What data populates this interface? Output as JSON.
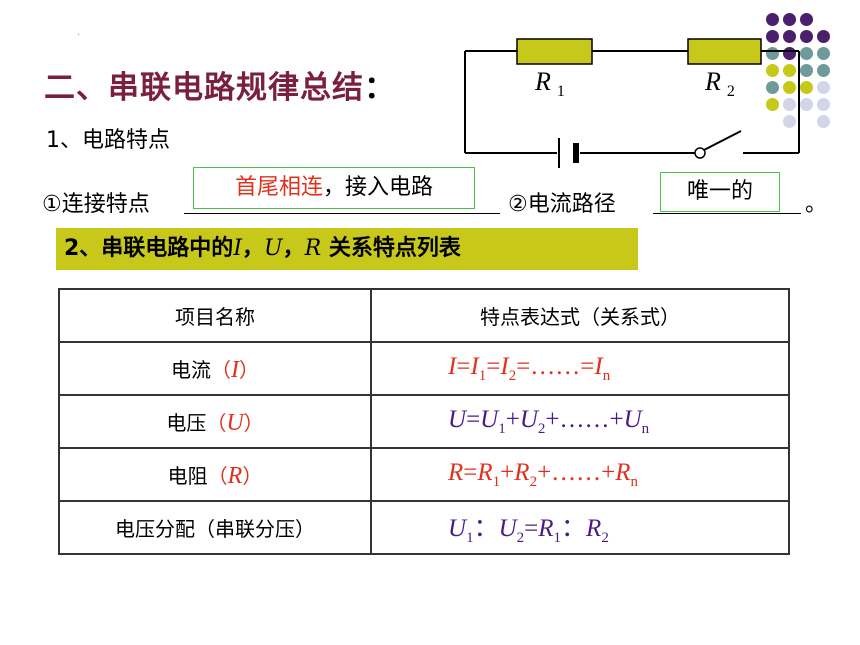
{
  "title": {
    "text": "二、串联电路规律总结",
    "colon": "："
  },
  "section1": {
    "heading": "1、电路特点",
    "item1_label": "①连接特点",
    "item1_answer_red": "首尾相连",
    "item1_answer_black": "，接入电路",
    "item2_label": "②电流路径",
    "item2_answer": "唯一的",
    "end_mark": "。"
  },
  "circuit": {
    "r1": "R",
    "r1_sub": "1",
    "r2": "R",
    "r2_sub": "2"
  },
  "section2": {
    "prefix": "2、串联电路中的",
    "v1": "I",
    "sep1": "，",
    "v2": "U",
    "sep2": "，",
    "v3": "R",
    "suffix": "关系特点列表"
  },
  "table": {
    "headers": [
      "项目名称",
      "特点表达式（关系式）"
    ],
    "rows": [
      {
        "name": "电流",
        "sym": "I",
        "open": "（",
        "close": "）"
      },
      {
        "name": "电压",
        "sym": "U",
        "open": "（",
        "close": "）"
      },
      {
        "name": "电阻",
        "sym": "R",
        "open": "（",
        "close": "）"
      },
      {
        "name": "电压分配（串联分压）"
      }
    ],
    "formulas": {
      "current": [
        "I",
        "=",
        "I",
        "1",
        "=",
        "I",
        "2",
        "=……=",
        "I",
        "n"
      ],
      "voltage": [
        "U",
        "=",
        "U",
        "1",
        "+",
        "U",
        "2",
        "+……+",
        "U",
        "n"
      ],
      "resistance": [
        "R",
        "=",
        "R",
        "1",
        "+",
        "R",
        "2",
        "+……+",
        "R",
        "n"
      ],
      "ratio": [
        "U",
        "1",
        "：",
        "U",
        "2",
        "=",
        "R",
        "1",
        "：",
        "R",
        "2"
      ]
    }
  },
  "colors": {
    "title": "#7a1f3d",
    "highlight": "#c8c81a",
    "answer_border": "#4cc24c",
    "red": "#e0311c",
    "purple": "#4a1a8a",
    "dot_purple": "#4b1e6e",
    "dot_teal": "#6f9a9a",
    "dot_olive": "#c8c81a",
    "dot_lavender": "#d4d4e8"
  }
}
